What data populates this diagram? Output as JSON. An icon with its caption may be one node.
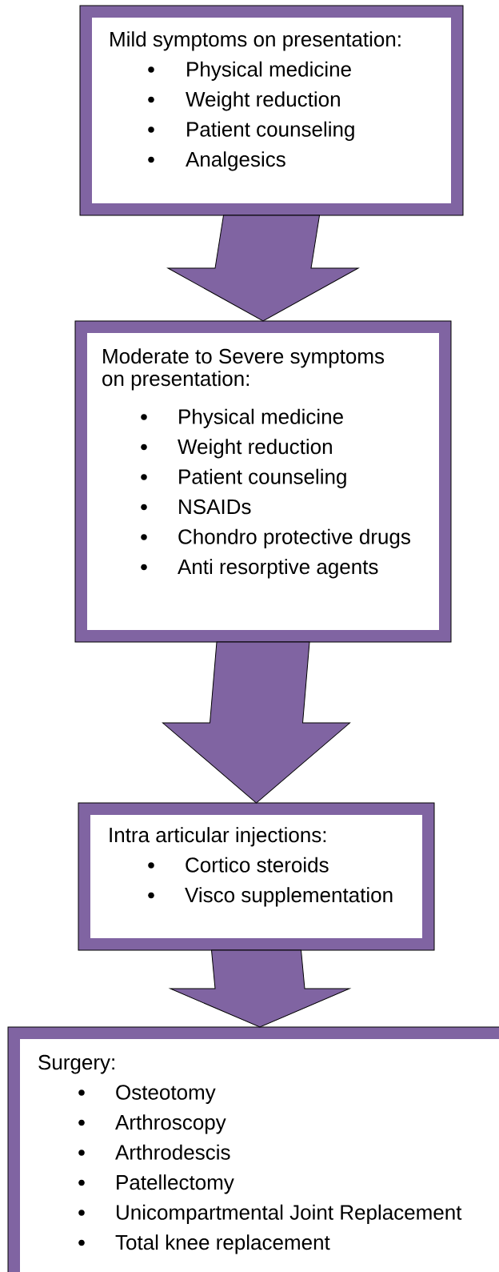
{
  "diagram": {
    "nodes": [
      {
        "text": [
          "Mild symptoms on presentation:",
          "Physical medicine",
          "Weight reduction",
          "Patient counseling",
          "Analgesics"
        ]
      },
      {
        "text": [
          "Moderate to Severe symptoms on presentation:",
          "Physical medicine",
          "Weight reduction",
          "Patient counseling",
          "NSAIDs",
          "Chondro protective drugs",
          "Anti resorptive agents"
        ]
      },
      {
        "text": [
          "Intra articular injections:",
          "Cortico steroids",
          "Visco supplementation"
        ]
      },
      {
        "text": [
          "Surgery:",
          "Osteotomy",
          "Arthroscopy",
          "Arthrodescis",
          "Patellectomy",
          "Unicompartmental Joint Replacement",
          "Total knee replacement"
        ]
      }
    ],
    "edges": [
      {
        "from": 0,
        "to": 1,
        "arrow": "to"
      },
      {
        "from": 1,
        "to": 2,
        "arrow": "to"
      },
      {
        "from": 2,
        "to": 3,
        "arrow": "to"
      }
    ]
  }
}
